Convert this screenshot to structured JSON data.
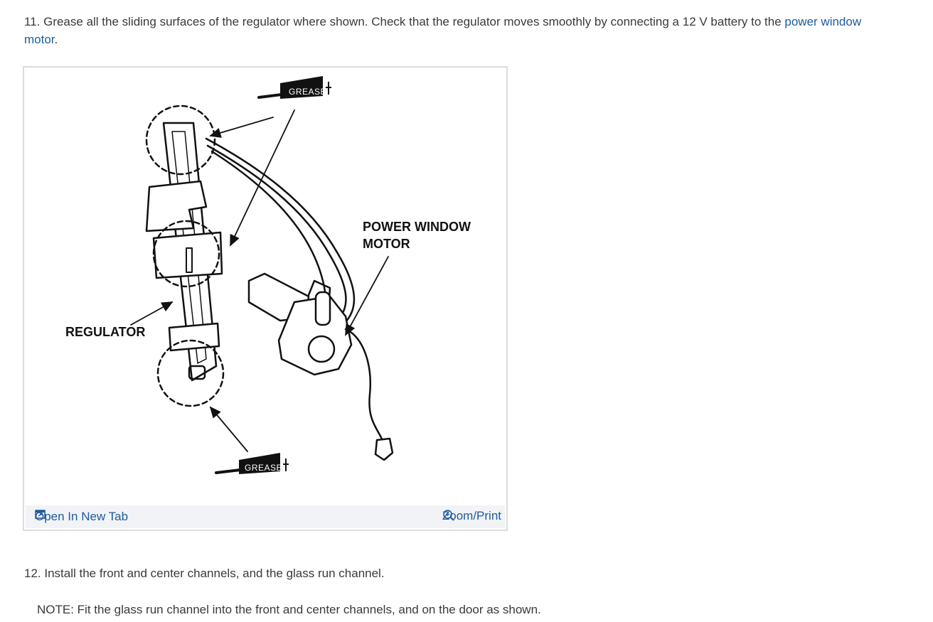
{
  "step11": {
    "text": "11. Grease all the sliding surfaces of the regulator where shown. Check that the regulator moves smoothly by connecting a 12 V battery to the ",
    "link": "power window motor",
    "end": "."
  },
  "figure": {
    "labels": {
      "grease_top": "GREASE",
      "grease_bottom": "GREASE",
      "motor_line1": "POWER WINDOW",
      "motor_line2": "MOTOR",
      "regulator": "REGULATOR"
    },
    "toolbar": {
      "open_tab": "Open In New Tab",
      "zoom": "Zoom/Print"
    }
  },
  "step12": "12. Install the front and center channels, and the glass run channel.",
  "note": "NOTE: Fit the glass run channel into the front and center channels, and on the door as shown.",
  "colors": {
    "link": "#1f5a9c",
    "toolbar_bg": "#f1f3f6",
    "frame_border": "#dcdcdc"
  },
  "icons": [
    "open-new-tab-icon",
    "zoom-icon"
  ]
}
